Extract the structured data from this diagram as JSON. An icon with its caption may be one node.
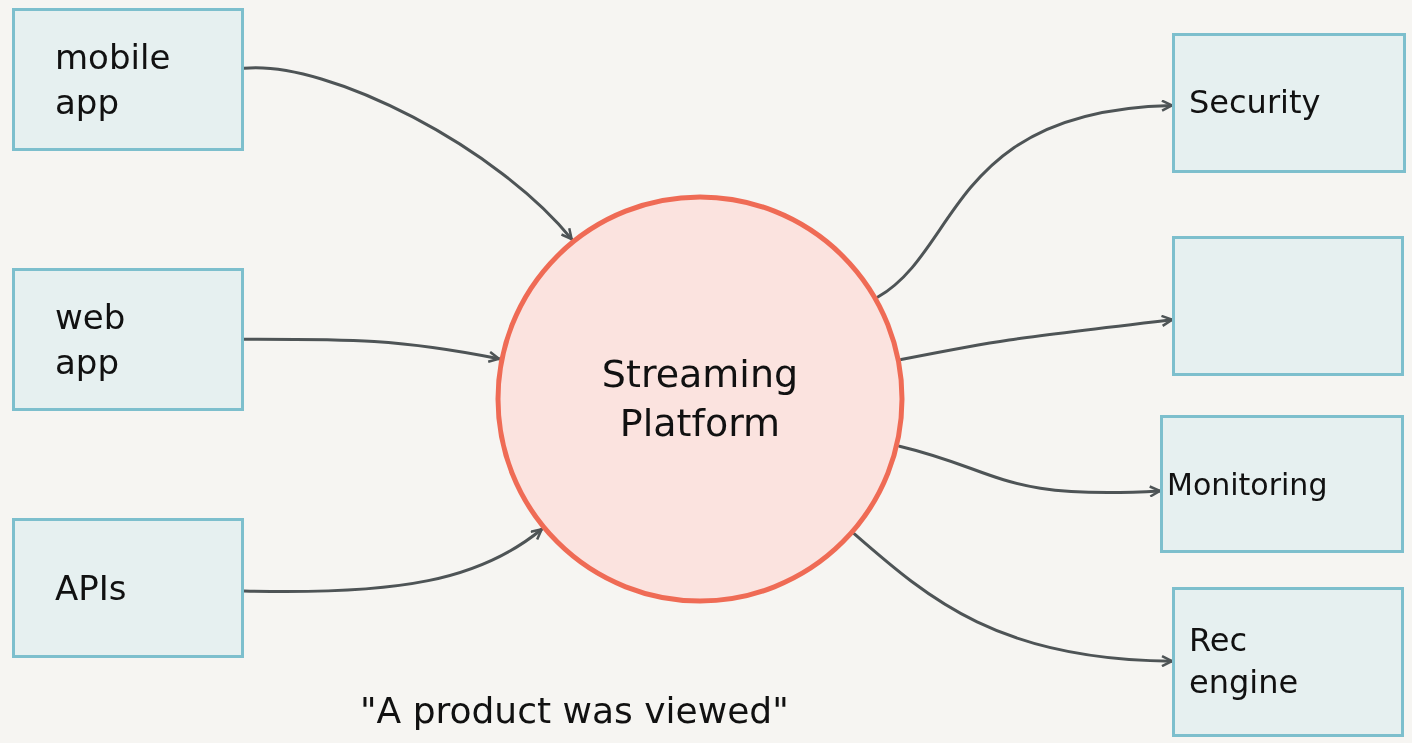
{
  "diagram": {
    "nodes": [
      {
        "text": [
          "mobile app"
        ]
      },
      {
        "text": [
          "web app"
        ]
      },
      {
        "text": [
          "APIs"
        ]
      },
      {
        "text": [
          "Streaming Platform"
        ]
      },
      {
        "text": [
          "Security"
        ]
      },
      {
        "text": [],
        "shape": "box"
      },
      {
        "text": [
          "Monitoring"
        ]
      },
      {
        "text": [
          "Rec engine"
        ]
      }
    ],
    "edges": [
      {
        "from": 0,
        "to": 3,
        "arrow": "to"
      },
      {
        "from": 1,
        "to": 3,
        "arrow": "to"
      },
      {
        "from": 2,
        "to": 3,
        "arrow": "to"
      },
      {
        "from": 3,
        "to": 4,
        "arrow": "to"
      },
      {
        "from": 3,
        "to": 5,
        "arrow": "to"
      },
      {
        "from": 3,
        "to": 6,
        "arrow": "to"
      },
      {
        "from": 3,
        "to": 7,
        "arrow": "to"
      }
    ],
    "labels": [
      "\"A product was viewed\""
    ]
  }
}
